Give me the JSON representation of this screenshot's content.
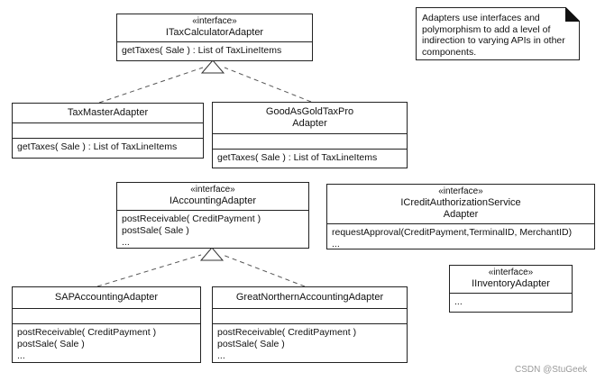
{
  "note": {
    "lines": [
      "Adapters use interfaces and",
      "polymorphism to add a level of",
      "indirection to varying APIs in other",
      "components."
    ]
  },
  "watermark": "CSDN @StuGeek",
  "classes": {
    "itax": {
      "stereotype": "«interface»",
      "name": "ITaxCalculatorAdapter",
      "ops": [
        "getTaxes( Sale ) : List of TaxLineItems"
      ]
    },
    "taxmaster": {
      "name": "TaxMasterAdapter",
      "ops": [
        "getTaxes( Sale ) : List of TaxLineItems"
      ]
    },
    "goodasgold": {
      "name_lines": [
        "GoodAsGoldTaxPro",
        "Adapter"
      ],
      "ops": [
        "getTaxes( Sale ) : List of TaxLineItems"
      ]
    },
    "iaccounting": {
      "stereotype": "«interface»",
      "name": "IAccountingAdapter",
      "ops": [
        "postReceivable( CreditPayment )",
        "postSale( Sale )",
        "..."
      ]
    },
    "icredit": {
      "stereotype": "«interface»",
      "name_lines": [
        "ICreditAuthorizationService",
        "Adapter"
      ],
      "ops": [
        "requestApproval(CreditPayment,TerminalID, MerchantID)",
        "..."
      ]
    },
    "iinventory": {
      "stereotype": "«interface»",
      "name": "IInventoryAdapter",
      "ops": [
        "..."
      ]
    },
    "sap": {
      "name": "SAPAccountingAdapter",
      "ops": [
        "postReceivable( CreditPayment )",
        "postSale( Sale )",
        "..."
      ]
    },
    "greatnorthern": {
      "name": "GreatNorthernAccountingAdapter",
      "ops": [
        "postReceivable( CreditPayment )",
        "postSale( Sale )",
        "..."
      ]
    }
  }
}
